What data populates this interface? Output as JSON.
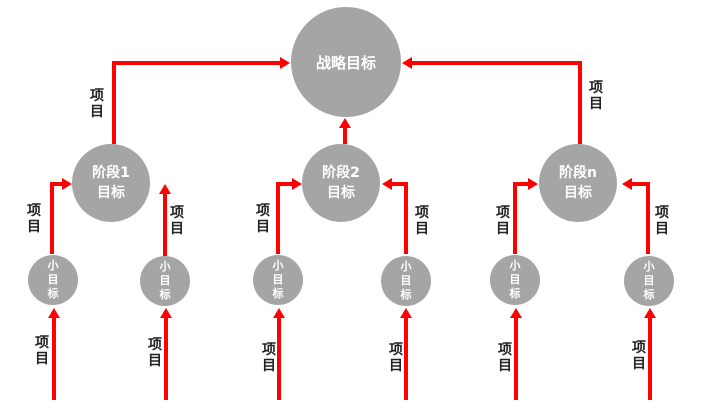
{
  "colors": {
    "node_fill": "#a5a5a5",
    "arrow": "#ff0000",
    "node_text": "#ffffff",
    "label_text": "#222222"
  },
  "top_node": {
    "label": "战略目标"
  },
  "stages": [
    {
      "line1": "阶段1",
      "line2": "目标"
    },
    {
      "line1": "阶段2",
      "line2": "目标"
    },
    {
      "line1": "阶段n",
      "line2": "目标"
    }
  ],
  "sub_goal": "小\n目\n标",
  "project_label": "项\n目"
}
